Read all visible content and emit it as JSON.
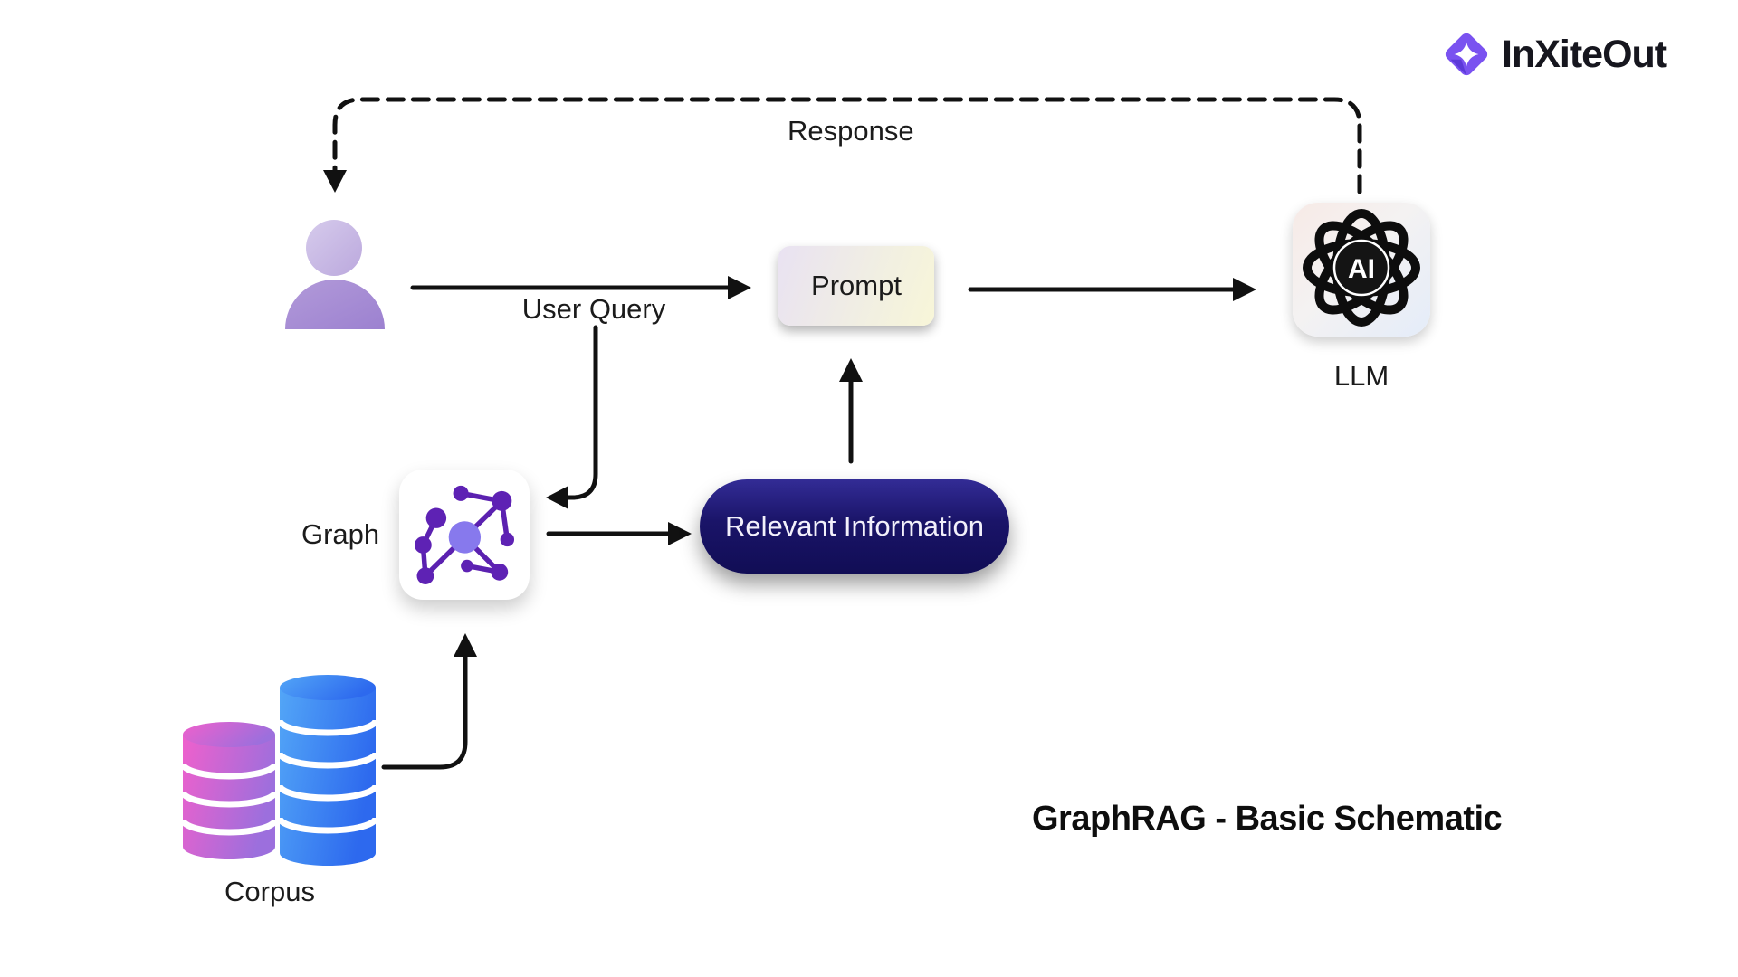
{
  "brand": {
    "name": "InXiteOut"
  },
  "title": "GraphRAG - Basic Schematic",
  "nodes": {
    "prompt": {
      "label": "Prompt"
    },
    "llm": {
      "label": "LLM",
      "badge": "AI"
    },
    "graph": {
      "label": "Graph"
    },
    "relevant_info": {
      "label": "Relevant Information"
    },
    "corpus": {
      "label": "Corpus"
    }
  },
  "edges": {
    "response": {
      "label": "Response"
    },
    "user_query": {
      "label": "User Query"
    }
  },
  "colors": {
    "accent_purple": "#7a52f0",
    "pill_navy": "#1a1468",
    "db_pink_start": "#ef60cc",
    "db_pink_end": "#9c6fdd",
    "db_blue_start": "#53a6f7",
    "db_blue_end": "#2d69ee",
    "graph_node_purple": "#5e22b4",
    "graph_center_node": "#8779ed",
    "user_head": "#c9bbe4",
    "user_body": "#a78fd5",
    "line_black": "#111111"
  }
}
